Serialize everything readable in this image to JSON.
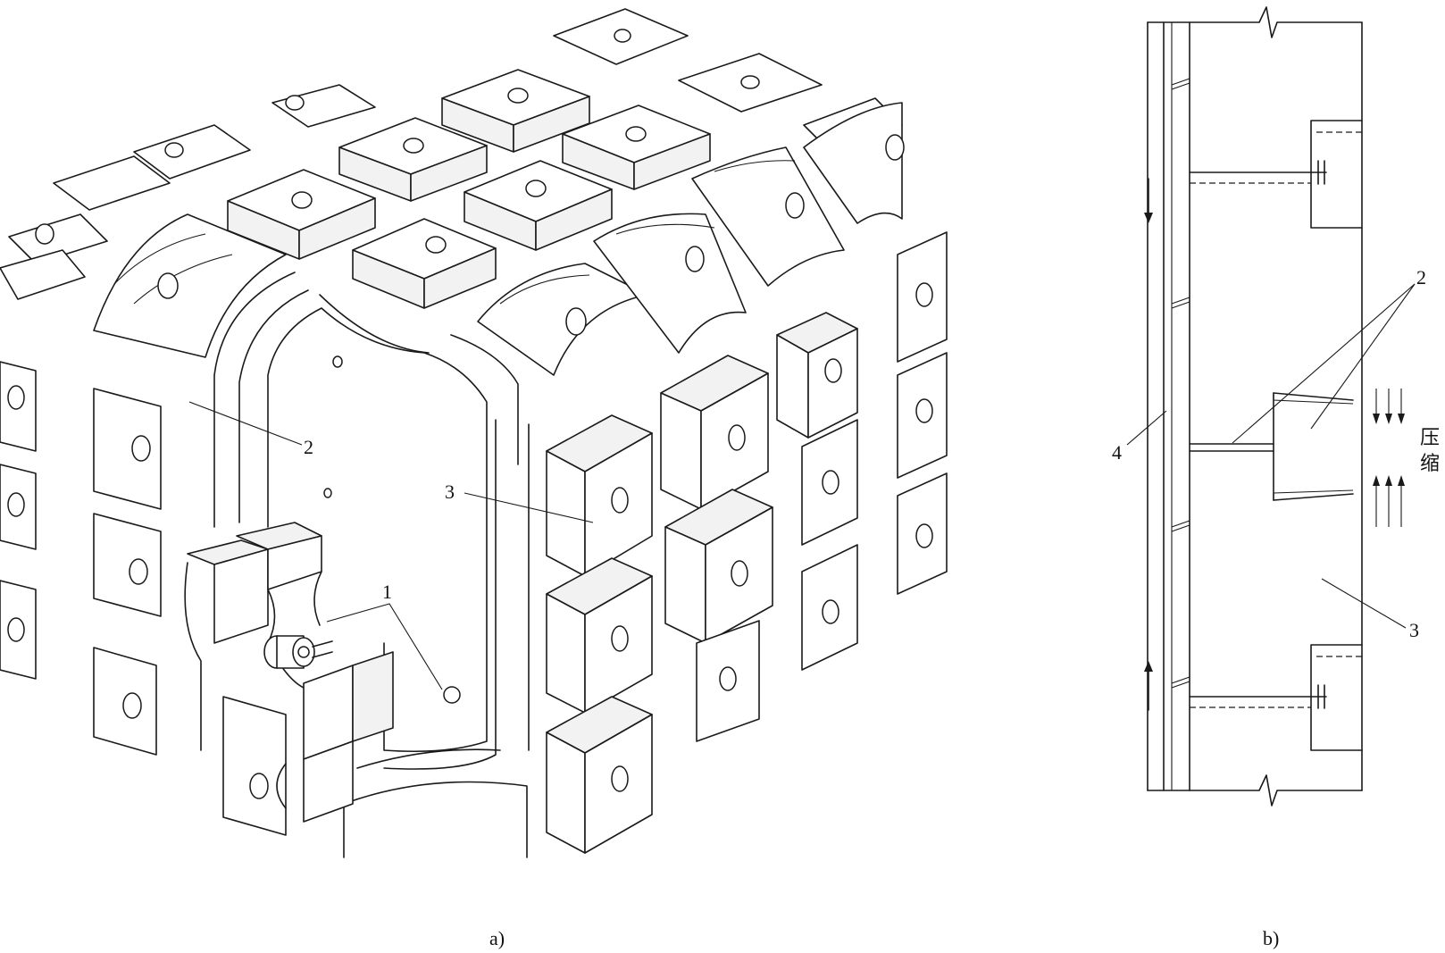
{
  "figure_a": {
    "caption": "a)",
    "callouts": [
      "1",
      "2",
      "3"
    ]
  },
  "figure_b": {
    "caption": "b)",
    "callouts": [
      "2",
      "3",
      "4"
    ],
    "side_text_1": "压",
    "side_text_2": "缩"
  }
}
